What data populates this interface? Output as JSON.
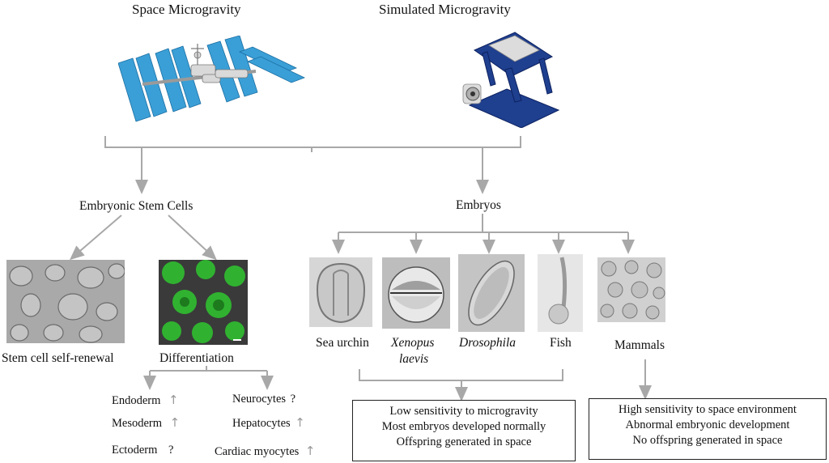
{
  "headers": {
    "space": "Space Microgravity",
    "simulated": "Simulated Microgravity"
  },
  "branches": {
    "stem_cells": "Embryonic Stem Cells",
    "embryos": "Embryos"
  },
  "stem_cell_panels": {
    "self_renewal": "Stem cell self-renewal",
    "differentiation": "Differentiation"
  },
  "germ_layers": [
    {
      "label": "Endoderm",
      "mark": "↑"
    },
    {
      "label": "Mesoderm",
      "mark": "↑"
    },
    {
      "label": "Ectoderm",
      "mark": "?"
    }
  ],
  "cell_types": [
    {
      "label": "Neurocytes",
      "mark": "?"
    },
    {
      "label": "Hepatocytes",
      "mark": "↑"
    },
    {
      "label": "Cardiac myocytes",
      "mark": "↑"
    }
  ],
  "organisms": {
    "sea_urchin": "Sea urchin",
    "xenopus_line1": "Xenopus",
    "xenopus_line2": "laevis",
    "drosophila": "Drosophila",
    "fish": "Fish",
    "mammals": "Mammals"
  },
  "outcomes": {
    "low": [
      "Low sensitivity to microgravity",
      "Most embryos developed normally",
      "Offspring generated in space"
    ],
    "high": [
      "High sensitivity to space environment",
      "Abnormal embryonic development",
      "No offspring generated in space"
    ]
  },
  "colors": {
    "connector": "#a8a8a8",
    "solar_panel": "#3a9fd6",
    "clinostat_frame": "#1f3f8f",
    "fluorescence": "#2fbf2f"
  }
}
